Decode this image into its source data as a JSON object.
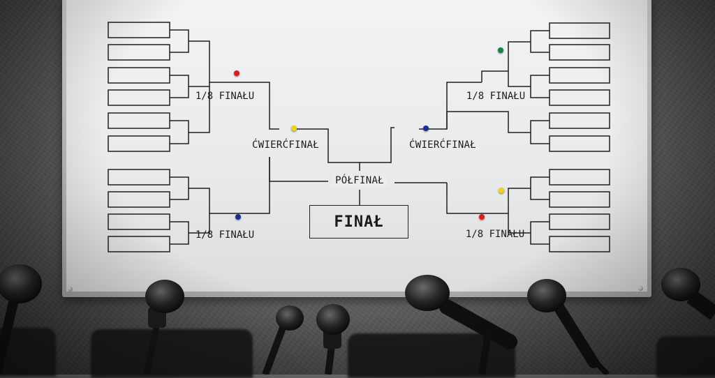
{
  "labels": {
    "round16_top_left": "1/8 FINAŁU",
    "round16_bottom_left": "1/8 FINAŁU",
    "round16_top_right": "1/8 FINAŁU",
    "round16_bottom_right": "1/8 FINAŁU",
    "quarter_left": "ĆWIERĆFINAŁ",
    "quarter_right": "ĆWIERĆFINAŁ",
    "semi": "PÓŁFINAŁ",
    "final": "FINAŁ"
  },
  "magnets": {
    "red": "#d81e1e",
    "yellow": "#f1d21a",
    "blue": "#1c2f8f",
    "green": "#17834a"
  }
}
